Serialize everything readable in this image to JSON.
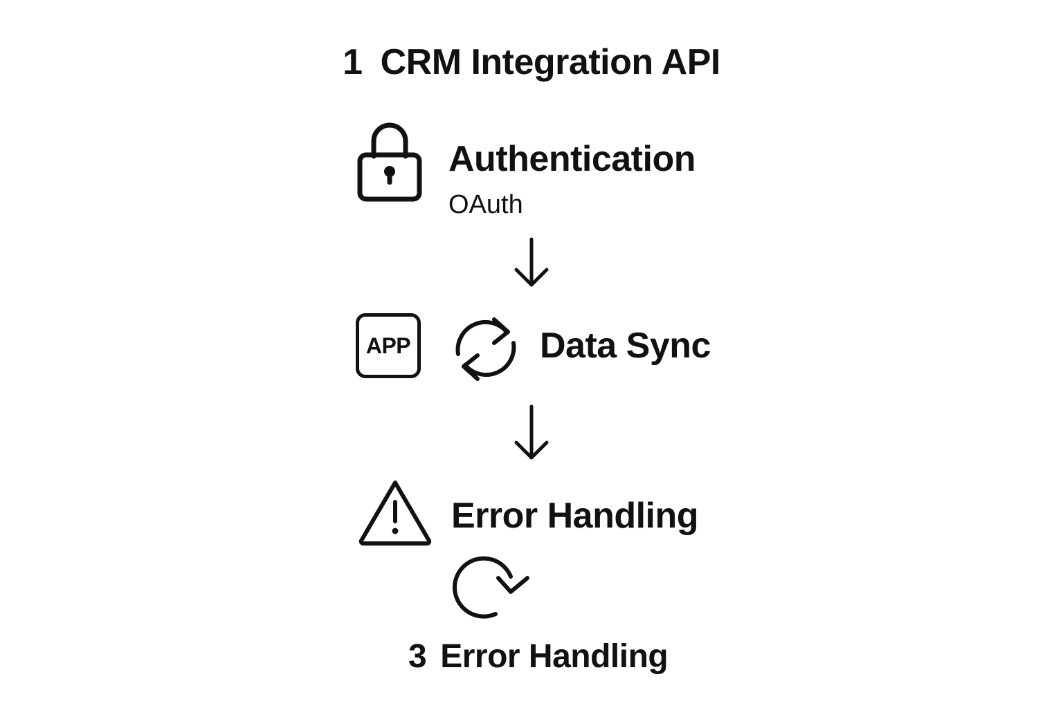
{
  "header": {
    "number": "1",
    "title": "CRM Integration API"
  },
  "steps": [
    {
      "icon": "lock-icon",
      "title": "Authentication",
      "subtitle": "OAuth"
    },
    {
      "icons": [
        "app-icon",
        "sync-icon"
      ],
      "app_label": "APP",
      "title": "Data Sync"
    },
    {
      "icon": "warning-icon",
      "title": "Error Handling"
    }
  ],
  "retry_icon": "refresh-icon",
  "footer": {
    "number": "3",
    "label": "Error Handling"
  },
  "colors": {
    "ink": "#111111",
    "background": "#ffffff"
  }
}
